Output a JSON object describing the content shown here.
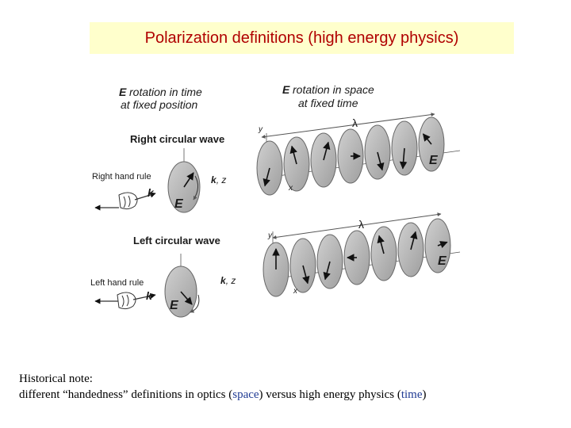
{
  "slide": {
    "title": "Polarization definitions (high energy physics)"
  },
  "figure": {
    "left_header": [
      "E rotation in time",
      "at fixed position"
    ],
    "right_header": [
      "E rotation in space",
      "at fixed time"
    ],
    "right_wave": {
      "label": "Right circular wave",
      "rule": "Right hand rule",
      "k": "k",
      "E": "E",
      "kz_k": "k",
      "kz_z": ", z",
      "lambda": "λ",
      "y": "y",
      "x": "x"
    },
    "left_wave": {
      "label": "Left circular wave",
      "rule": "Left hand rule",
      "k": "k",
      "E": "E",
      "kz_k": "k",
      "kz_z": ", z",
      "lambda": "λ",
      "y": "y",
      "x": "x"
    }
  },
  "note": {
    "heading": "Historical note:",
    "line_prefix": "different “handedness” definitions in optics (",
    "space": "space",
    "middle": ") versus high energy physics (",
    "time": "time",
    "suffix": ")"
  },
  "colors": {
    "title_text": "#b00000",
    "title_bg": "#ffffcc",
    "disc_fill": "#b8b8b8",
    "keyword": "#1f3a93"
  }
}
